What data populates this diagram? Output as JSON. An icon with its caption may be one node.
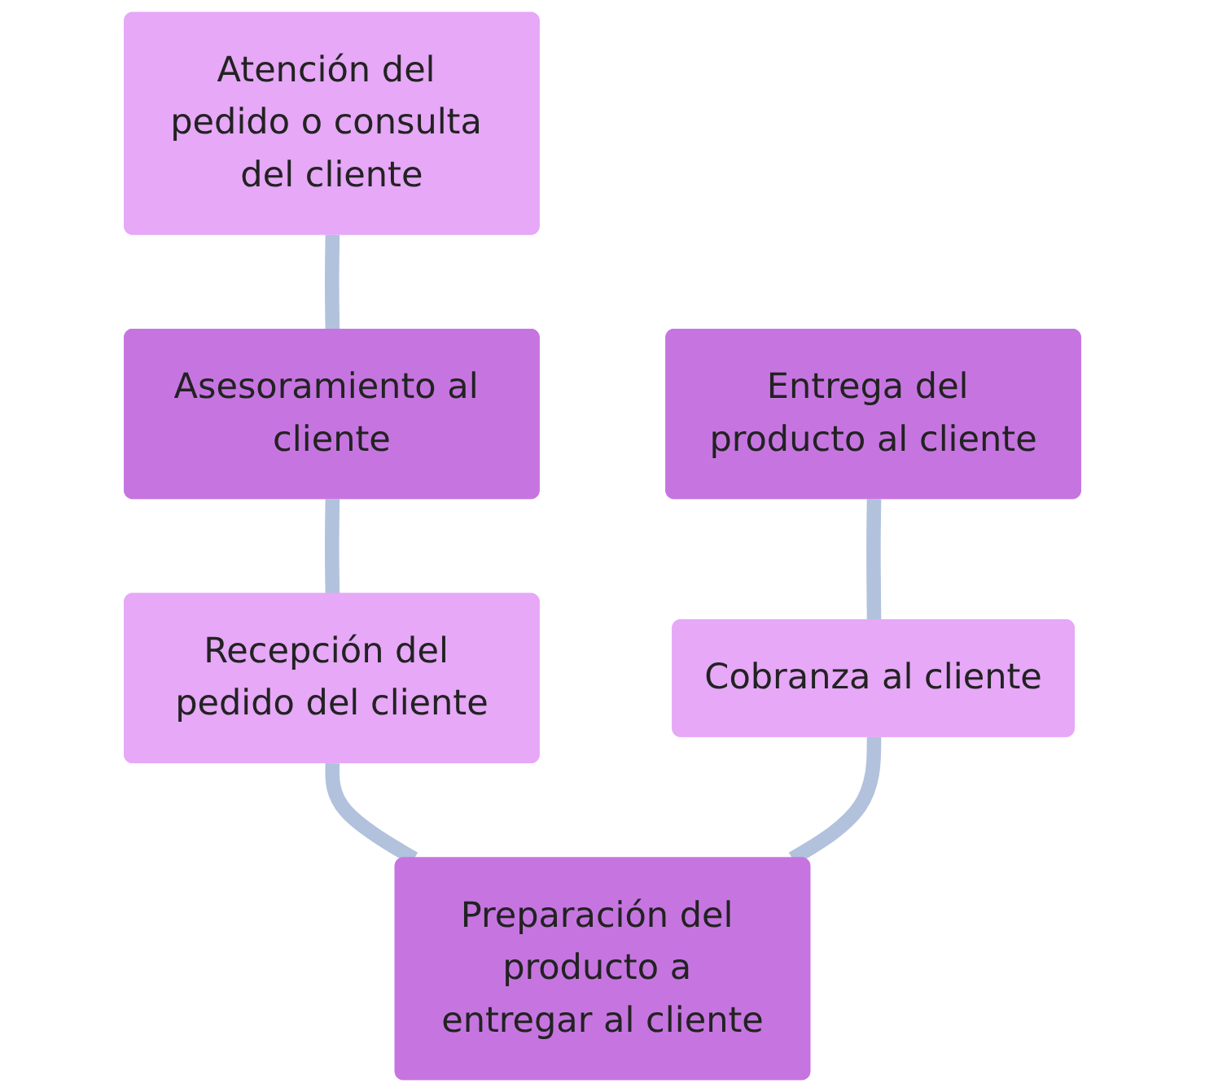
{
  "diagram": {
    "nodes": [
      {
        "text": [
          "Atención del pedido o consulta del cliente"
        ]
      },
      {
        "text": [
          "Asesoramiento al cliente"
        ]
      },
      {
        "text": [
          "Recepción del pedido del cliente"
        ]
      },
      {
        "text": [
          "Preparación del producto a entregar al cliente"
        ]
      },
      {
        "text": [
          "Cobranza al cliente"
        ]
      },
      {
        "text": [
          "Entrega del producto al cliente"
        ]
      }
    ],
    "edges": [
      {
        "from": 0,
        "to": 1,
        "arrow": "none"
      },
      {
        "from": 1,
        "to": 2,
        "arrow": "none"
      },
      {
        "from": 2,
        "to": 3,
        "arrow": "none"
      },
      {
        "from": 3,
        "to": 4,
        "arrow": "none"
      },
      {
        "from": 4,
        "to": 5,
        "arrow": "none"
      }
    ]
  }
}
